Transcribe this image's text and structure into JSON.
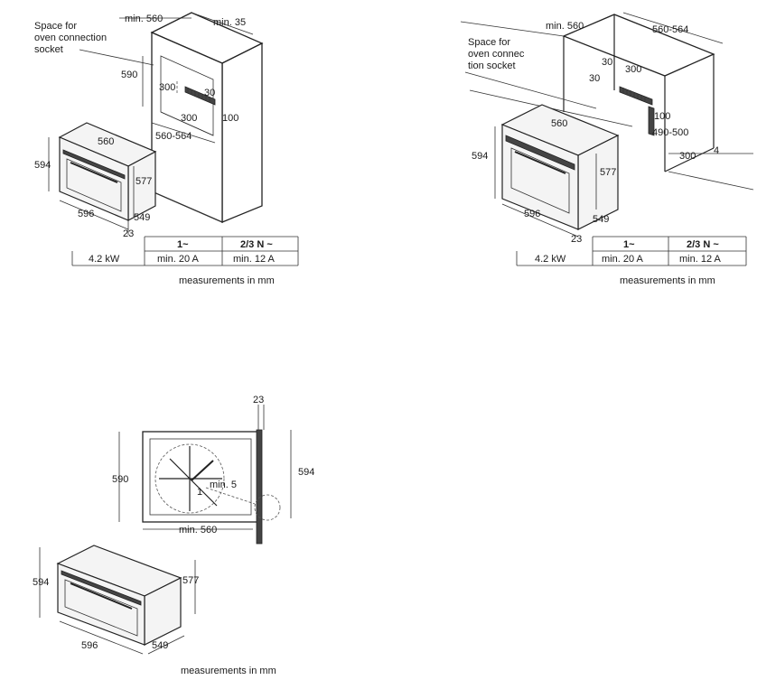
{
  "diagram_top_left": {
    "socket_note": [
      "Space for",
      "oven connection",
      "socket"
    ],
    "dims": {
      "niche_width": "min. 560",
      "niche_depth": "min. 35",
      "niche_height": "590",
      "vent_depth": "30",
      "vent_width_a": "300",
      "vent_width_b": "300",
      "vent_height": "100",
      "niche_width_range": "560-564",
      "oven_width_top": "560",
      "oven_height": "594",
      "oven_front_height": "577",
      "oven_width": "596",
      "oven_depth": "549",
      "front_offset": "23"
    },
    "table": {
      "cell_power": "4.2 kW",
      "col2_head": "1~",
      "col2_val": "min. 20 A",
      "col3_head": "2/3 N ~",
      "col3_val": "min. 12 A"
    },
    "footer": "measurements in mm"
  },
  "diagram_top_right": {
    "socket_note": [
      "Space for",
      "oven connec",
      "tion socket"
    ],
    "dims": {
      "niche_width": "min. 560",
      "niche_width_range": "560-564",
      "vent_depth_a": "30",
      "vent_width_a": "300",
      "vent_depth_b": "30",
      "vent_height_a": "100",
      "vent_height_b": "490-500",
      "vent_width_b": "300",
      "vent_offset": "4",
      "oven_width_top": "560",
      "oven_height": "594",
      "oven_front_height": "577",
      "oven_width": "596",
      "oven_depth": "549",
      "front_offset": "23"
    },
    "table": {
      "cell_power": "4.2 kW",
      "col2_head": "1~",
      "col2_val": "min. 20 A",
      "col3_head": "2/3 N ~",
      "col3_val": "min. 12 A"
    },
    "footer": "measurements in mm"
  },
  "diagram_bottom": {
    "dims": {
      "front_offset": "23",
      "niche_height": "590",
      "oven_height_side": "594",
      "radius_label": "min. 5",
      "angle_mark": "1",
      "niche_width": "min. 560",
      "oven_height": "594",
      "oven_front_height": "577",
      "oven_width": "596",
      "oven_depth": "549"
    },
    "footer": "measurements in mm"
  }
}
